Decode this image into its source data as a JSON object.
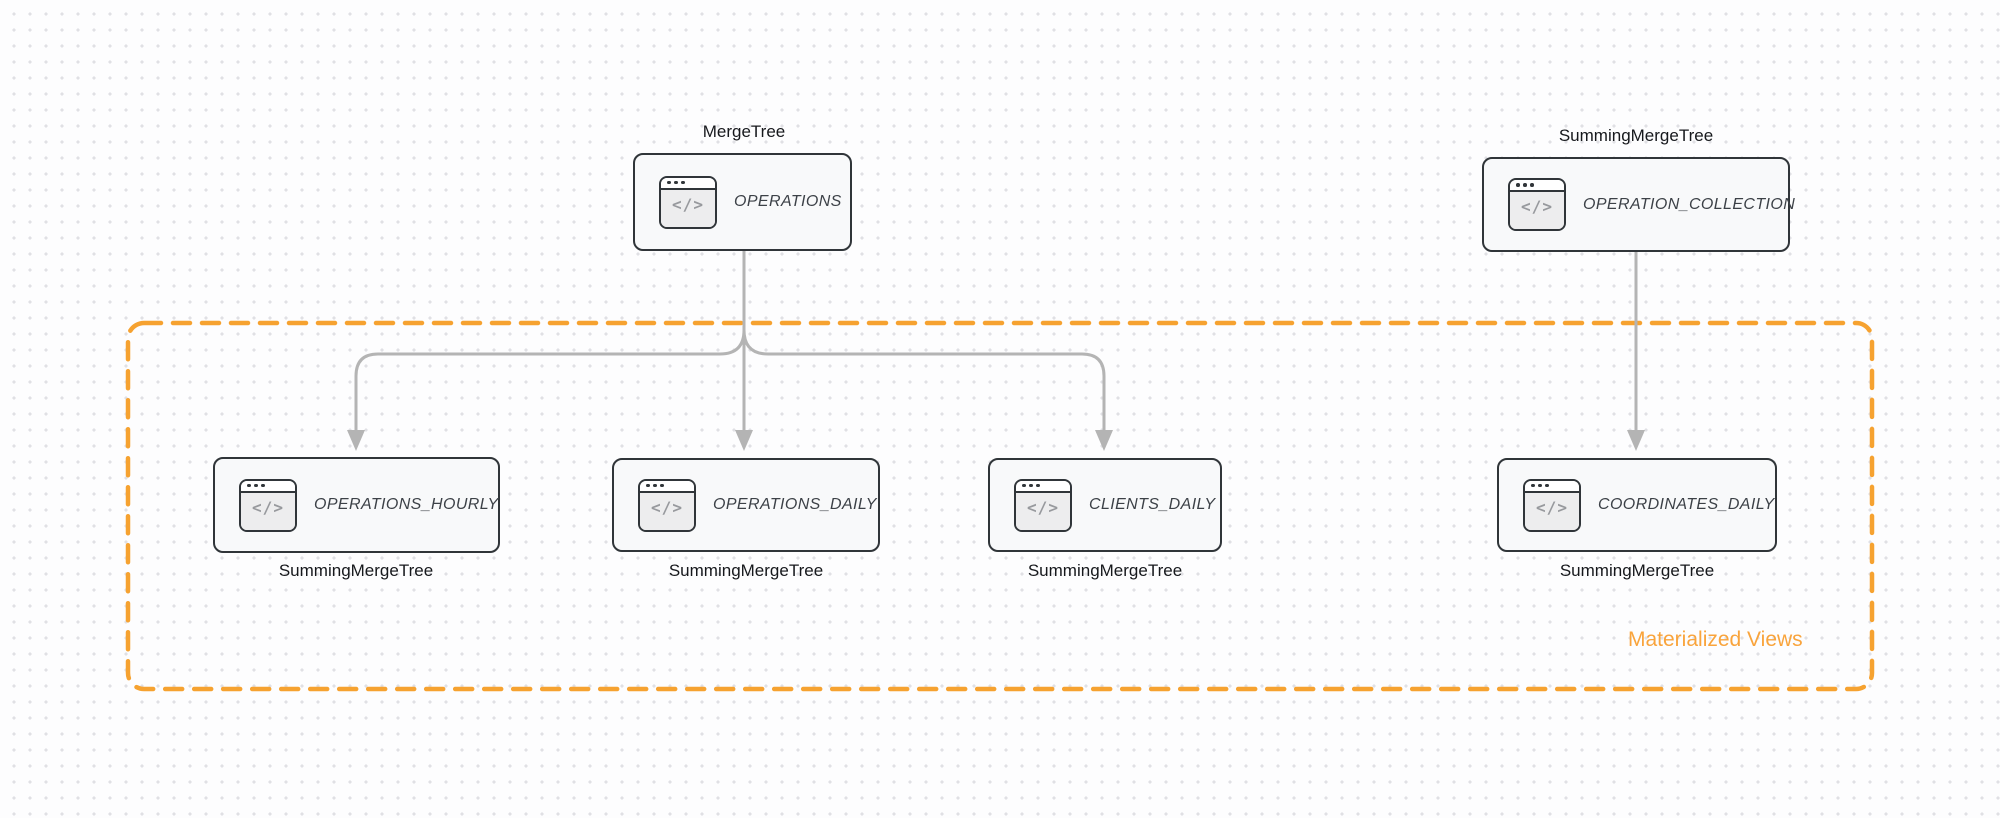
{
  "canvas": {
    "background": "#fdfdfe",
    "dot_color": "#e0e0e4"
  },
  "colors": {
    "node_border": "#303539",
    "node_fill": "#f8f9fa",
    "arrow": "#b4b4b4",
    "group_border_orange": "#f6a230",
    "group_label_orange": "#f9a43c",
    "engine_text": "#16181c",
    "node_label_text": "#3c4147"
  },
  "icon": {
    "glyph": "</>"
  },
  "nodes": {
    "operations": {
      "label": "OPERATIONS",
      "engine": "MergeTree"
    },
    "operation_collection": {
      "label": "OPERATION_COLLECTION",
      "engine": "SummingMergeTree"
    },
    "operations_hourly": {
      "label": "OPERATIONS_HOURLY",
      "engine": "SummingMergeTree"
    },
    "operations_daily": {
      "label": "OPERATIONS_DAILY",
      "engine": "SummingMergeTree"
    },
    "clients_daily": {
      "label": "CLIENTS_DAILY",
      "engine": "SummingMergeTree"
    },
    "coordinates_daily": {
      "label": "COORDINATES_DAILY",
      "engine": "SummingMergeTree"
    }
  },
  "group": {
    "label": "Materialized Views"
  },
  "edges": [
    {
      "from": "OPERATIONS",
      "to": "OPERATIONS_HOURLY"
    },
    {
      "from": "OPERATIONS",
      "to": "OPERATIONS_DAILY"
    },
    {
      "from": "OPERATIONS",
      "to": "CLIENTS_DAILY"
    },
    {
      "from": "OPERATION_COLLECTION",
      "to": "COORDINATES_DAILY"
    }
  ]
}
